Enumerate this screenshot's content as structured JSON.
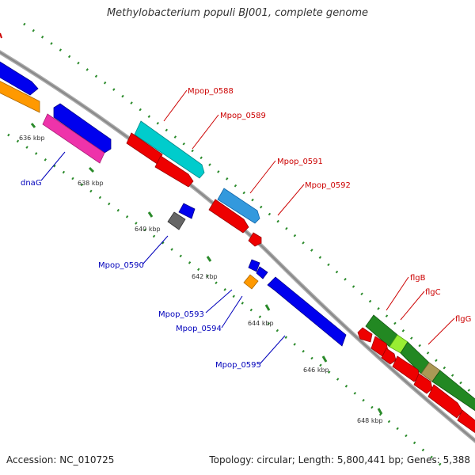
{
  "title": "Methylobacterium populi BJ001, complete genome",
  "footer": {
    "accession": "Accession: NC_010725",
    "summary": "Topology: circular; Length: 5,800,441 bp; Genes: 5,388"
  },
  "colors": {
    "backbone": "#999999",
    "tick": "#2a8a2a",
    "label_forward": "#cc0000",
    "label_reverse": "#0000bb",
    "blue": "#0000ee",
    "red": "#ee0000",
    "cyan": "#00cccc",
    "steelblue": "#3399dd",
    "orange": "#ff9900",
    "magenta": "#ee33aa",
    "gray": "#666666",
    "green": "#228822",
    "lime": "#99ee33",
    "tan": "#aa9955"
  },
  "ticks": [
    "636 kbp",
    "638 kbp",
    "640 kbp",
    "642 kbp",
    "644 kbp",
    "646 kbp",
    "648 kbp"
  ],
  "labels": {
    "forward": [
      "Mpop_0588",
      "Mpop_0589",
      "Mpop_0591",
      "Mpop_0592",
      "flgB",
      "flgC",
      "flgG"
    ],
    "reverse": [
      "dnaG",
      "Mpop_0590",
      "Mpop_0593",
      "Mpop_0594",
      "Mpop_0595"
    ]
  }
}
